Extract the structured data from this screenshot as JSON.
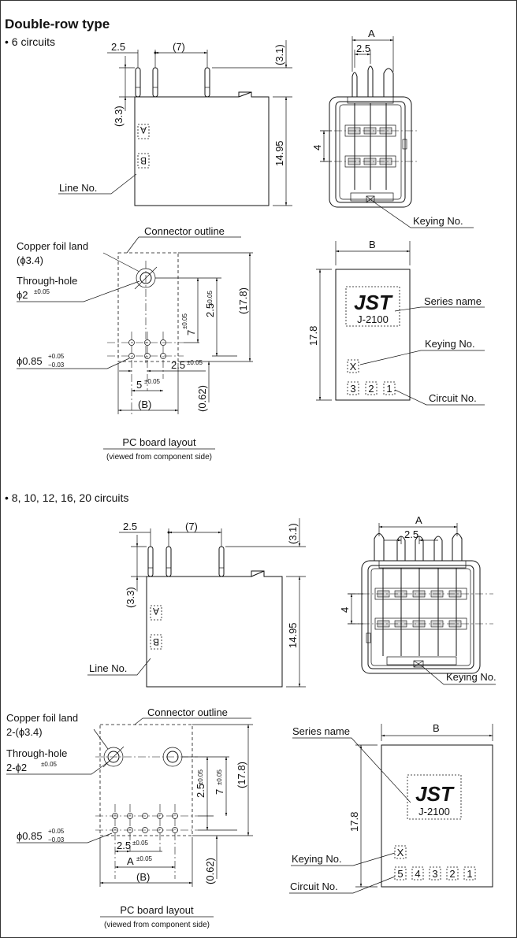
{
  "title": "Double-row type",
  "section1": {
    "heading": "• 6 circuits",
    "side_view": {
      "dim_pitch": "2.5",
      "dim_7": "(7)",
      "dim_31": "(3.1)",
      "dim_33": "(3.3)",
      "dim_height": "14.95",
      "mark_a": "A",
      "mark_b": "B",
      "line_no": "Line No."
    },
    "front_view": {
      "dim_a": "A",
      "dim_pitch": "2.5",
      "dim_row": "4",
      "keying_no": "Keying No."
    },
    "pcb": {
      "copper_foil": "Copper foil land",
      "copper_dia": "(ϕ3.4)",
      "through_hole": "Through-hole",
      "through_dia": "ϕ2",
      "through_tol": "±0.05",
      "connector_outline": "Connector outline",
      "dim_178": "(17.8)",
      "dim_7": "7",
      "dim_7_tol": "±0.05",
      "dim_25v": "2.5",
      "dim_25v_tol": "±0.05",
      "pin_dia": "ϕ0.85",
      "pin_tol_up": "+0.05",
      "pin_tol_dn": "−0.03",
      "dim_25h": "2.5",
      "dim_25h_tol": "±0.05",
      "dim_5": "5",
      "dim_5_tol": "±0.05",
      "dim_b": "(B)",
      "dim_062": "(0.62)",
      "layout_label": "PC board layout",
      "layout_sub": "(viewed from component side)"
    },
    "marking": {
      "dim_b": "B",
      "dim_178": "17.8",
      "logo": "JST",
      "model": "J-2100",
      "series_name": "Series name",
      "keying_no": "Keying No.",
      "keying_mark": "X",
      "circuit_no": "Circuit No.",
      "circuits": [
        "3",
        "2",
        "1"
      ]
    }
  },
  "section2": {
    "heading": "• 8, 10, 12, 16, 20 circuits",
    "side_view": {
      "dim_pitch": "2.5",
      "dim_7": "(7)",
      "dim_31": "(3.1)",
      "dim_33": "(3.3)",
      "dim_height": "14.95",
      "mark_a": "A",
      "mark_b": "B",
      "line_no": "Line No."
    },
    "front_view": {
      "dim_a": "A",
      "dim_pitch": "2.5",
      "dim_row": "4",
      "keying_no": "Keying No."
    },
    "pcb": {
      "copper_foil": "Copper foil land",
      "copper_dia": "2-(ϕ3.4)",
      "through_hole": "Through-hole",
      "through_dia": "2-ϕ2",
      "through_tol": "±0.05",
      "connector_outline": "Connector outline",
      "dim_178": "(17.8)",
      "dim_7": "7",
      "dim_7_tol": "±0.05",
      "dim_25v": "2.5",
      "dim_25v_tol": "±0.05",
      "pin_dia": "ϕ0.85",
      "pin_tol_up": "+0.05",
      "pin_tol_dn": "−0.03",
      "dim_25h": "2.5",
      "dim_25h_tol": "±0.05",
      "dim_a": "A",
      "dim_a_tol": "±0.05",
      "dim_b": "(B)",
      "dim_062": "(0.62)",
      "layout_label": "PC board layout",
      "layout_sub": "(viewed from component side)"
    },
    "marking": {
      "dim_b": "B",
      "dim_178": "17.8",
      "logo": "JST",
      "model": "J-2100",
      "series_name": "Series name",
      "keying_no": "Keying No.",
      "keying_mark": "X",
      "circuit_no": "Circuit No.",
      "circuits": [
        "5",
        "4",
        "3",
        "2",
        "1"
      ]
    }
  }
}
